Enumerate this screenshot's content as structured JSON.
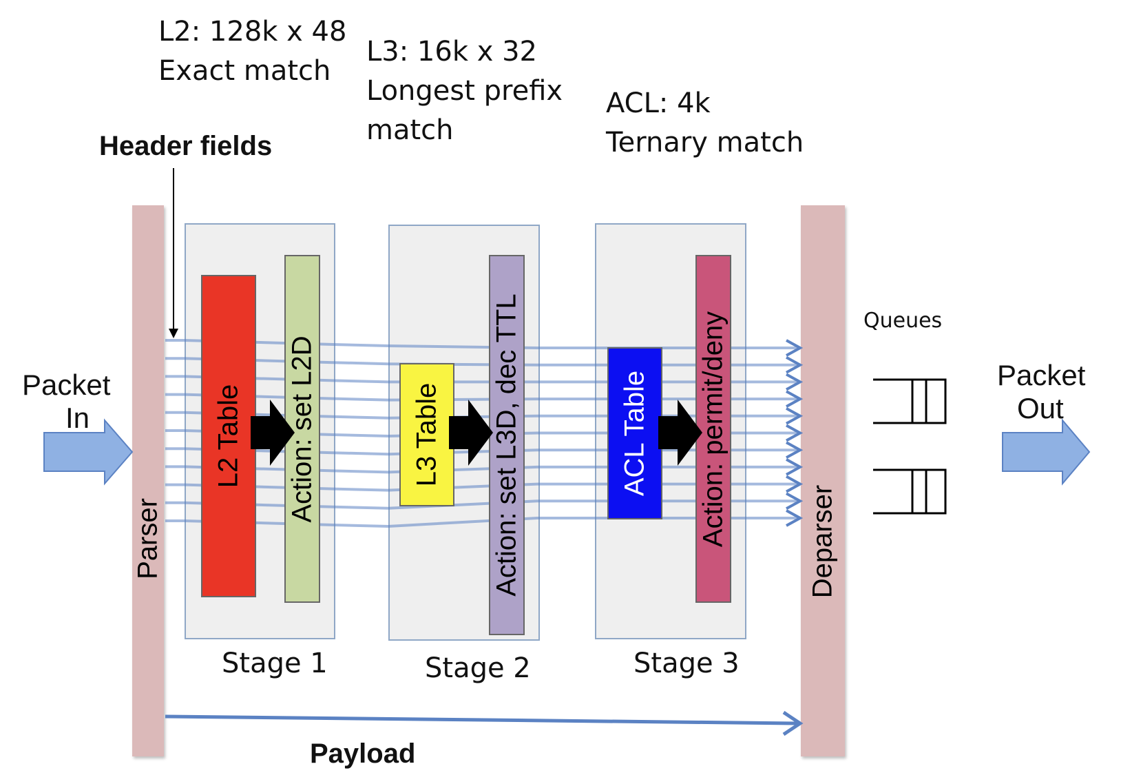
{
  "annotations": {
    "l2_line1": "L2: 128k x 48",
    "l2_line2": "Exact match",
    "l3_line1": "L3: 16k x 32",
    "l3_line2": "Longest prefix",
    "l3_line3": "match",
    "acl_line1": "ACL: 4k",
    "acl_line2": "Ternary match",
    "header_fields": "Header fields",
    "payload": "Payload",
    "queues": "Queues"
  },
  "io": {
    "packet_in_line1": "Packet",
    "packet_in_line2": "In",
    "packet_out_line1": "Packet",
    "packet_out_line2": "Out"
  },
  "parser": "Parser",
  "deparser": "Deparser",
  "stages": [
    {
      "label": "Stage 1",
      "table": "L2 Table",
      "action": "Action: set L2D"
    },
    {
      "label": "Stage 2",
      "table": "L3 Table",
      "action": "Action: set L3D, dec TTL"
    },
    {
      "label": "Stage 3",
      "table": "ACL Table",
      "action": "Action: permit/deny"
    }
  ],
  "colors": {
    "l2_table": "#e93526",
    "l2_action": "#c8d8a2",
    "l3_table": "#f9f442",
    "l3_action": "#aea2c8",
    "acl_table": "#0c0ff2",
    "acl_action": "#c9557a",
    "bar": "#dbb9b9",
    "arrow": "#5b82c3"
  }
}
